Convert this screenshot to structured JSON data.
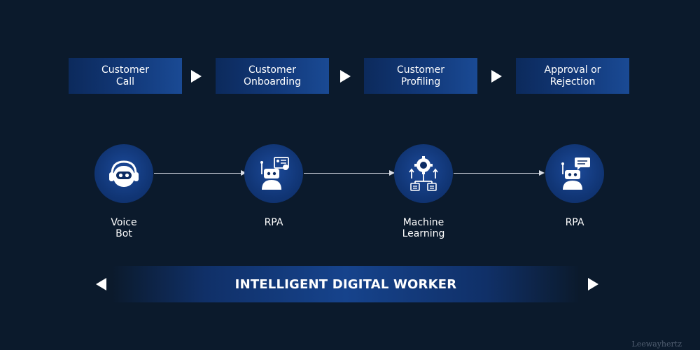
{
  "steps": [
    {
      "label": "Customer\nCall"
    },
    {
      "label": "Customer\nOnboarding"
    },
    {
      "label": "Customer\nProfiling"
    },
    {
      "label": "Approval or\nRejection"
    }
  ],
  "nodes": [
    {
      "label": "Voice\nBot",
      "icon": "headset-robot-icon"
    },
    {
      "label": "RPA",
      "icon": "robot-document-icon"
    },
    {
      "label": "Machine\nLearning",
      "icon": "gear-network-icon"
    },
    {
      "label": "RPA",
      "icon": "robot-chat-icon"
    }
  ],
  "banner": {
    "text": "INTELLIGENT DIGITAL WORKER"
  },
  "watermark": "Leewayhertz",
  "colors": {
    "background": "#0b1a2c",
    "box": "#12397a",
    "circle": "#113676",
    "text": "#ffffff"
  }
}
